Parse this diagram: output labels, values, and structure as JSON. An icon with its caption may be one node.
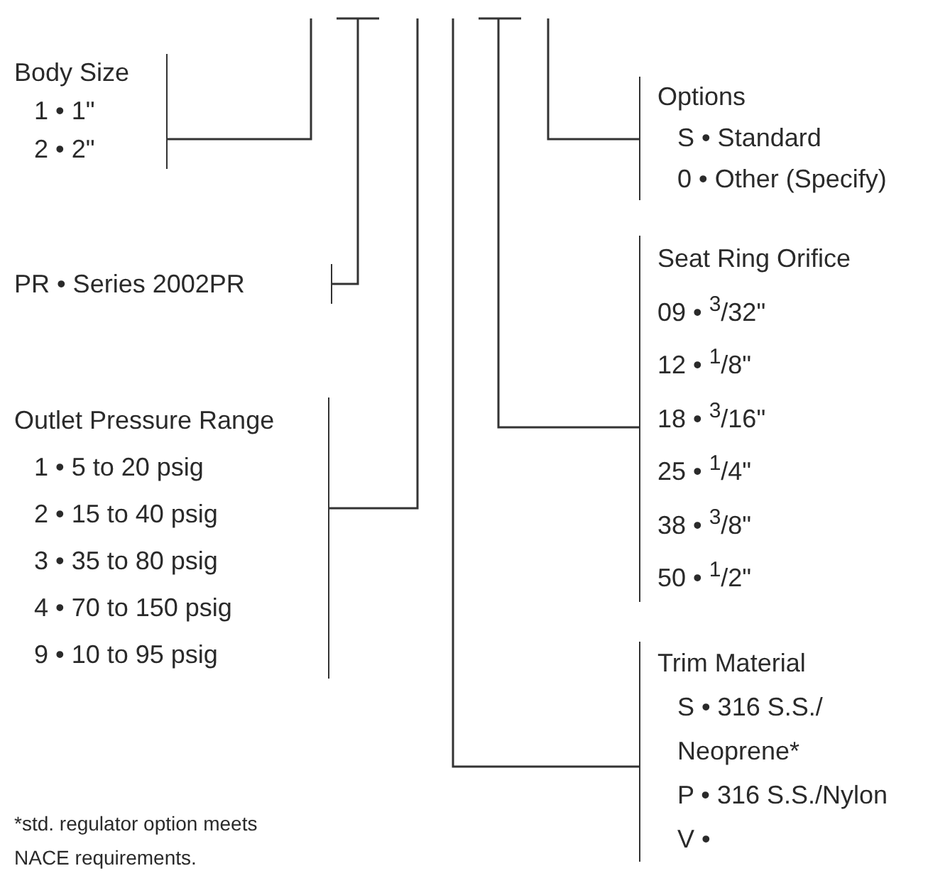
{
  "diagram": {
    "nodes": [
      {
        "text": [
          "Body Size",
          "1 • 1\"",
          "2 • 2\""
        ]
      },
      {
        "text": [
          "PR • Series 2002PR"
        ]
      },
      {
        "text": [
          "Outlet Pressure Range",
          "1 • 5 to 20 psig",
          "2 • 15 to 40 psig",
          "3 • 35 to 80 psig",
          "4 • 70 to 150 psig",
          "9 • 10 to 95 psig"
        ]
      },
      {
        "text": [
          "Options",
          "S • Standard",
          "0 • Other (Specify)"
        ]
      },
      {
        "text": [
          "Seat Ring Orifice",
          "09 • $^{3}$/32\"",
          "12 • $^{1}$/8\"",
          "18 • $^{3}$/16\"",
          "25 • $^{1}$/4\"",
          "38 • $^{3}$/8\"",
          "50 • $^{1}$/2\""
        ]
      },
      {
        "text": [
          "Trim Material",
          "S • 316 S.S./ Neoprene*",
          "P • 316 S.S./Nylon",
          "V •"
        ]
      }
    ],
    "edges": [
      {
        "from": 0,
        "to": null,
        "arrow": "none"
      },
      {
        "from": 1,
        "to": null,
        "arrow": "none"
      },
      {
        "from": 2,
        "to": null,
        "arrow": "none"
      },
      {
        "from": 3,
        "to": null,
        "arrow": "none"
      },
      {
        "from": 4,
        "to": null,
        "arrow": "none"
      },
      {
        "from": 5,
        "to": null,
        "arrow": "none"
      }
    ],
    "labels": [
      "*std. regulator option meets NACE requirements."
    ]
  }
}
